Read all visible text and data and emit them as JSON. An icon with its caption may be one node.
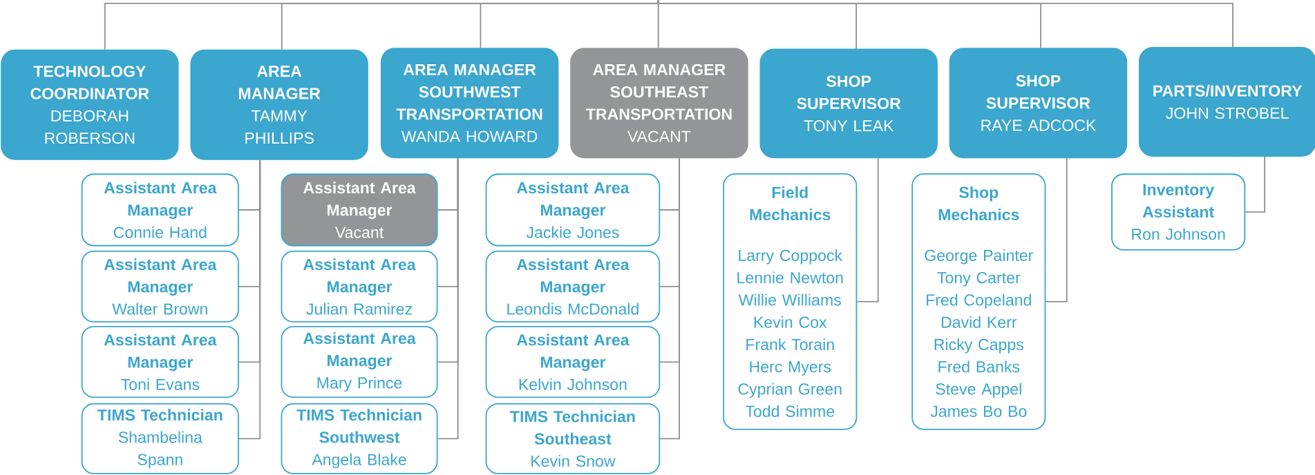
{
  "diagram": {
    "nodes": [
      {
        "text": [
          "TECHNOLOGY COORDINATOR",
          "DEBORAH ROBERSON"
        ]
      },
      {
        "text": [
          "AREA MANAGER",
          "TAMMY PHILLIPS"
        ]
      },
      {
        "text": [
          "AREA MANAGER SOUTHWEST TRANSPORTATION",
          "WANDA HOWARD"
        ]
      },
      {
        "text": [
          "AREA MANAGER SOUTHEAST TRANSPORTATION",
          "VACANT"
        ]
      },
      {
        "text": [
          "SHOP SUPERVISOR",
          "TONY LEAK"
        ]
      },
      {
        "text": [
          "SHOP SUPERVISOR",
          "RAYE ADCOCK"
        ]
      },
      {
        "text": [
          "PARTS/INVENTORY",
          "JOHN STROBEL"
        ]
      },
      {
        "text": [
          "Assistant Area Manager",
          "Connie Hand"
        ]
      },
      {
        "text": [
          "Assistant Area Manager",
          "Walter Brown"
        ]
      },
      {
        "text": [
          "Assistant Area Manager",
          "Toni Evans"
        ]
      },
      {
        "text": [
          "TIMS Technician",
          "Shambelina Spann"
        ]
      },
      {
        "text": [
          "Assistant Area Manager",
          "Vacant"
        ]
      },
      {
        "text": [
          "Assistant Area Manager",
          "Julian Ramirez"
        ]
      },
      {
        "text": [
          "Assistant Area Manager",
          "Mary Prince"
        ]
      },
      {
        "text": [
          "TIMS Technician Southwest",
          "Angela Blake"
        ]
      },
      {
        "text": [
          "Assistant Area Manager",
          "Jackie Jones"
        ]
      },
      {
        "text": [
          "Assistant Area Manager",
          "Leondis McDonald"
        ]
      },
      {
        "text": [
          "Assistant Area Manager",
          "Kelvin Johnson"
        ]
      },
      {
        "text": [
          "TIMS Technician Southeast",
          "Kevin Snow"
        ]
      },
      {
        "text": [
          "Field Mechanics",
          "Larry Coppock",
          "Lennie Newton",
          "Willie Williams",
          "Kevin Cox",
          "Frank Torain",
          "Herc Myers",
          "Cyprian Green",
          "Todd Simme"
        ]
      },
      {
        "text": [
          "Shop Mechanics",
          "George Painter",
          "Tony Carter",
          "Fred Copeland",
          "David Kerr",
          "Ricky Capps",
          "Fred Banks",
          "Steve Appel",
          "James Bo Bo"
        ]
      },
      {
        "text": [
          "Inventory Assistant",
          "Ron Johnson"
        ]
      }
    ],
    "edges": [
      {
        "from": null,
        "to": 0,
        "arrow": "none"
      },
      {
        "from": null,
        "to": 1,
        "arrow": "none"
      },
      {
        "from": null,
        "to": 2,
        "arrow": "none"
      },
      {
        "from": null,
        "to": 3,
        "arrow": "none"
      },
      {
        "from": null,
        "to": 4,
        "arrow": "none"
      },
      {
        "from": null,
        "to": 5,
        "arrow": "none"
      },
      {
        "from": null,
        "to": 6,
        "arrow": "none"
      },
      {
        "from": 1,
        "to": 7,
        "arrow": "none"
      },
      {
        "from": 1,
        "to": 8,
        "arrow": "none"
      },
      {
        "from": 1,
        "to": 9,
        "arrow": "none"
      },
      {
        "from": 1,
        "to": 10,
        "arrow": "none"
      },
      {
        "from": 2,
        "to": 11,
        "arrow": "none"
      },
      {
        "from": 2,
        "to": 12,
        "arrow": "none"
      },
      {
        "from": 2,
        "to": 13,
        "arrow": "none"
      },
      {
        "from": 2,
        "to": 14,
        "arrow": "none"
      },
      {
        "from": 3,
        "to": 15,
        "arrow": "none"
      },
      {
        "from": 3,
        "to": 16,
        "arrow": "none"
      },
      {
        "from": 3,
        "to": 17,
        "arrow": "none"
      },
      {
        "from": 3,
        "to": 18,
        "arrow": "none"
      },
      {
        "from": 4,
        "to": 19,
        "arrow": "none"
      },
      {
        "from": 5,
        "to": 20,
        "arrow": "none"
      },
      {
        "from": 6,
        "to": 21,
        "arrow": "none"
      }
    ]
  }
}
